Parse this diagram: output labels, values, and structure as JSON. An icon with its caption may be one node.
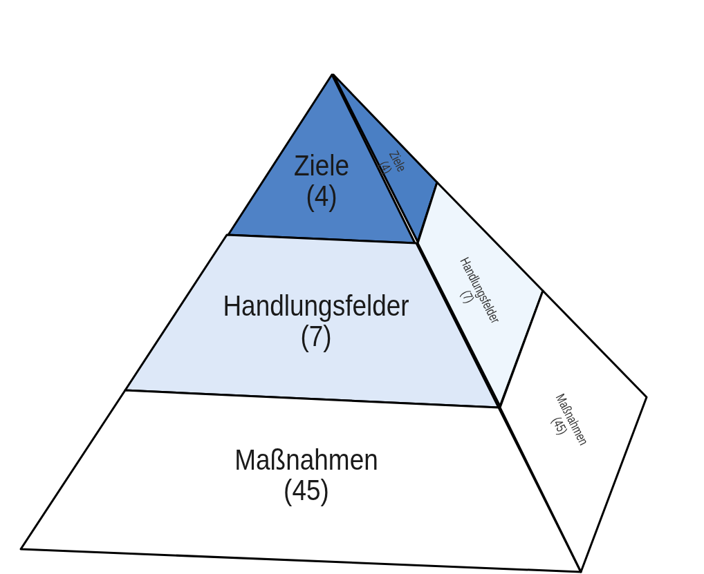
{
  "diagram": {
    "nodes": [
      {
        "text": [
          "Ziele",
          "(4)"
        ]
      },
      {
        "text": [
          "Handlungsfelder",
          "(7)"
        ]
      },
      {
        "text": [
          "Maßnahmen",
          "(45)"
        ]
      },
      {
        "text": [
          "Ziele",
          "(4)"
        ]
      },
      {
        "text": [
          "Handlungsfelder",
          "(7)"
        ]
      },
      {
        "text": [
          "Maßnahmen",
          "(45)"
        ]
      }
    ]
  }
}
